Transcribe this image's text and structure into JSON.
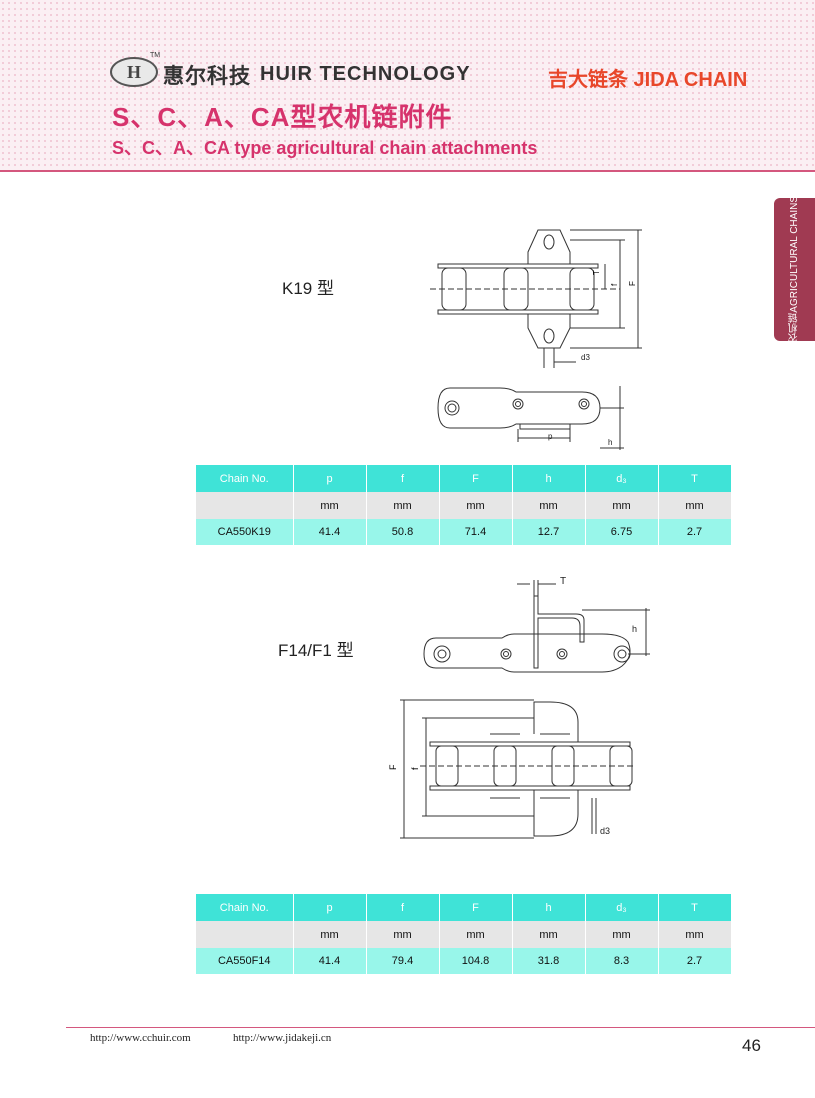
{
  "header": {
    "logo_letters": "H",
    "tm": "TM",
    "brand_cn": "惠尔科技",
    "brand_en": "HUIR TECHNOLOGY",
    "jida": "吉大链条 JIDA CHAIN",
    "title_cn": "S、C、A、CA型农机链附件",
    "title_en": "S、C、A、CA type agricultural chain attachments",
    "accent_color": "#d6336c",
    "jida_color": "#e8472a"
  },
  "side_tab": {
    "label": "农机链AGRICULTURAL CHAINS",
    "color": "#a03a52"
  },
  "section1": {
    "model_label": "K19 型",
    "dims": {
      "T": "T",
      "f": "f",
      "F": "F",
      "d3": "d3",
      "p": "p",
      "h": "h"
    },
    "table": {
      "headers": [
        "Chain  No.",
        "p",
        "f",
        "F",
        "h",
        "d₃",
        "T"
      ],
      "units": [
        "",
        "mm",
        "mm",
        "mm",
        "mm",
        "mm",
        "mm"
      ],
      "rows": [
        [
          "CA550K19",
          "41.4",
          "50.8",
          "71.4",
          "12.7",
          "6.75",
          "2.7"
        ]
      ]
    }
  },
  "section2": {
    "model_label": "F14/F1 型",
    "dims": {
      "T": "T",
      "h": "h",
      "F": "F",
      "f": "f",
      "d3": "d3"
    },
    "table": {
      "headers": [
        "Chain  No.",
        "p",
        "f",
        "F",
        "h",
        "d₃",
        "T"
      ],
      "units": [
        "",
        "mm",
        "mm",
        "mm",
        "mm",
        "mm",
        "mm"
      ],
      "rows": [
        [
          "CA550F14",
          "41.4",
          "79.4",
          "104.8",
          "31.8",
          "8.3",
          "2.7"
        ]
      ]
    }
  },
  "footer": {
    "url1": "http://www.cchuir.com",
    "url2": "http://www.jidakeji.cn",
    "page": "46"
  },
  "table_colors": {
    "header": "#3fe3d7",
    "unit_row": "#e6e6e6",
    "data_row": "#98f6ea"
  }
}
